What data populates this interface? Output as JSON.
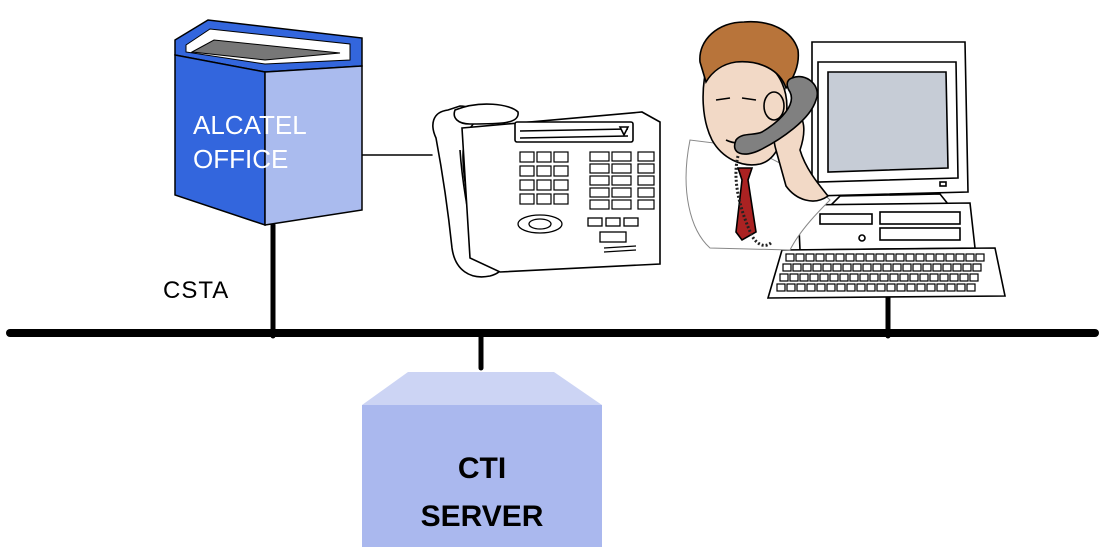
{
  "office": {
    "line1": "ALCATEL",
    "line2": "OFFICE"
  },
  "bus": {
    "label": "CSTA"
  },
  "server": {
    "line1": "CTI",
    "line2": "SERVER"
  },
  "colors": {
    "office_front": "#3366dd",
    "office_side": "#aabbee",
    "office_top": "#777777",
    "server_fill": "#aab8ee",
    "server_top": "#ccd4f4",
    "line": "#000000"
  },
  "icons": [
    "pbx-box-icon",
    "desk-phone-icon",
    "operator-person-icon",
    "computer-workstation-icon",
    "server-box-icon"
  ]
}
